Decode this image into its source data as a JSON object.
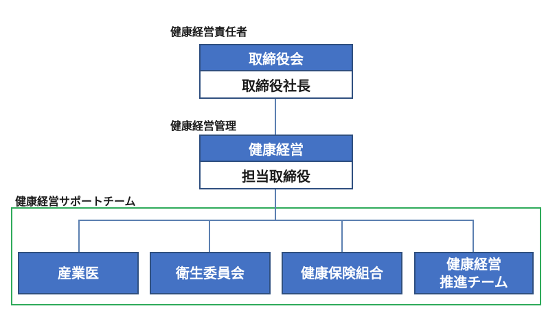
{
  "top": {
    "caption": "健康経営責任者",
    "role": "取締役会",
    "person": "取締役社長"
  },
  "mid": {
    "caption": "健康経営管理",
    "role": "健康経営",
    "person": "担当取締役"
  },
  "team": {
    "caption": "健康経営サポートチーム",
    "members": [
      {
        "line1": "産業医",
        "line2": ""
      },
      {
        "line1": "衛生委員会",
        "line2": ""
      },
      {
        "line1": "健康保険組合",
        "line2": ""
      },
      {
        "line1": "健康経営",
        "line2": "推進チーム"
      }
    ]
  },
  "colors": {
    "box_fill": "#4472c4",
    "box_border": "#2f4f7f",
    "team_frame": "#2eaa5a",
    "connector": "#5b7fb0"
  }
}
